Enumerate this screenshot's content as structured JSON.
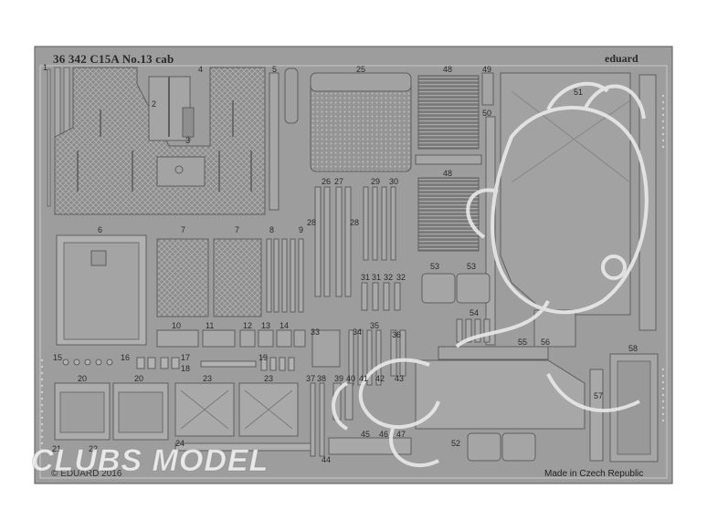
{
  "header": {
    "title": "36 342   C15A No.13 cab",
    "brand": "eduard"
  },
  "footer": {
    "copyright": "© EDUARD 2016",
    "made_in": "Made in Czech Republic"
  },
  "watermark": "CLUBS MODEL",
  "part_numbers": [
    "1",
    "2",
    "3",
    "4",
    "5",
    "6",
    "7",
    "7",
    "8",
    "9",
    "10",
    "11",
    "12",
    "13",
    "14",
    "15",
    "16",
    "17",
    "18",
    "19",
    "20",
    "20",
    "21",
    "22",
    "23",
    "23",
    "24",
    "25",
    "26",
    "27",
    "28",
    "28",
    "29",
    "30",
    "31",
    "31",
    "32",
    "32",
    "33",
    "34",
    "35",
    "36",
    "37",
    "38",
    "39",
    "40",
    "41",
    "42",
    "43",
    "44",
    "45",
    "46",
    "47",
    "48",
    "48",
    "49",
    "50",
    "51",
    "52",
    "53",
    "53",
    "54",
    "55",
    "56",
    "57",
    "58"
  ],
  "colors": {
    "fret": "#9b9b9b",
    "fret_border": "#6e6e6e",
    "frame_light": "#c4c4c4",
    "mesh": "#8d8d8d",
    "background": "#ffffff"
  },
  "icons": {
    "mascot": "cartoon-creature-etch"
  }
}
